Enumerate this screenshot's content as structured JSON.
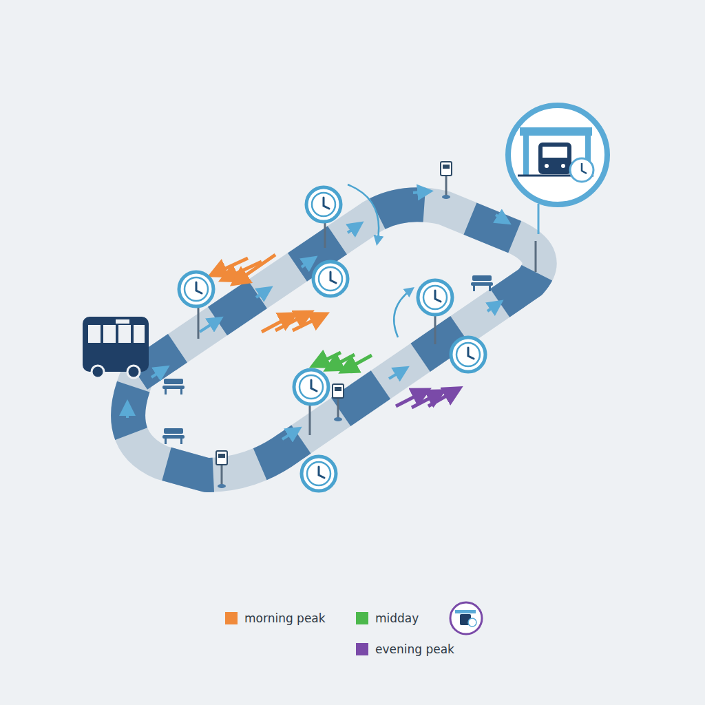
{
  "diagram": {
    "legend": [
      {
        "text": "morning peak",
        "color": "#f08a3a"
      },
      {
        "text": "midday",
        "color": "#4cb84c"
      },
      {
        "text": "evening peak",
        "color": "#7a4aa8"
      }
    ]
  }
}
